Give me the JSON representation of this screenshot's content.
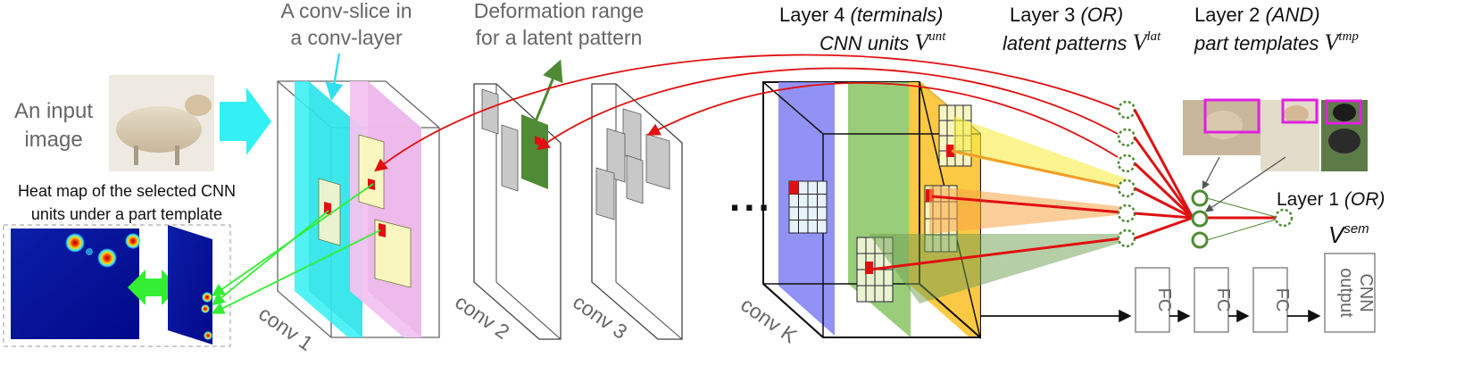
{
  "labels": {
    "input_image": [
      "An input",
      "image"
    ],
    "conv_slice": [
      "A conv-slice in",
      "a conv-layer"
    ],
    "deformation": [
      "Deformation range",
      "for a latent pattern"
    ],
    "heat_map": [
      "Heat map of the selected CNN",
      "units under a part template"
    ],
    "dots": "...",
    "conv1": "conv 1",
    "conv2": "conv 2",
    "conv3": "conv 3",
    "convk": "conv K",
    "fc": [
      "FC",
      "FC",
      "FC"
    ],
    "cnn_output": [
      "CNN",
      "output"
    ]
  },
  "layers": {
    "layer4": {
      "title": "Layer 4",
      "sub": "(terminals)",
      "line2": "CNN units",
      "symbol": "V",
      "sup": "unt"
    },
    "layer3": {
      "title": "Layer 3",
      "sub": "(OR)",
      "line2": "latent patterns",
      "symbol": "V",
      "sup": "lat"
    },
    "layer2": {
      "title": "Layer 2",
      "sub": "(AND)",
      "line2": "part templates",
      "symbol": "V",
      "sup": "tmp"
    },
    "layer1": {
      "title": "Layer 1",
      "sub": "(OR)",
      "symbol": "V",
      "sup": "sem"
    }
  },
  "colors": {
    "cyan": "#33f0f5",
    "pink": "#f2c3f0",
    "blue": "#8686f4",
    "green": "#8ec86a",
    "orange": "#fbc63a",
    "red": "#e01010",
    "dark_green": "#3c7a2a",
    "bright_green": "#33ee33"
  }
}
